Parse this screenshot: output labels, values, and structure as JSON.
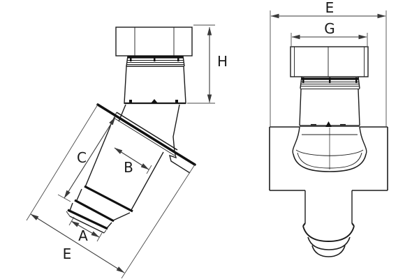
{
  "drawing": {
    "background_color": "#ffffff",
    "part_line_color": "#1c1c1c",
    "dimension_line_color": "#3a3a3a",
    "side_view": {
      "labels": {
        "A": "A",
        "B": "B",
        "C": "C",
        "E": "E",
        "H": "H"
      }
    },
    "front_view": {
      "labels": {
        "E": "E",
        "G": "G"
      }
    }
  }
}
